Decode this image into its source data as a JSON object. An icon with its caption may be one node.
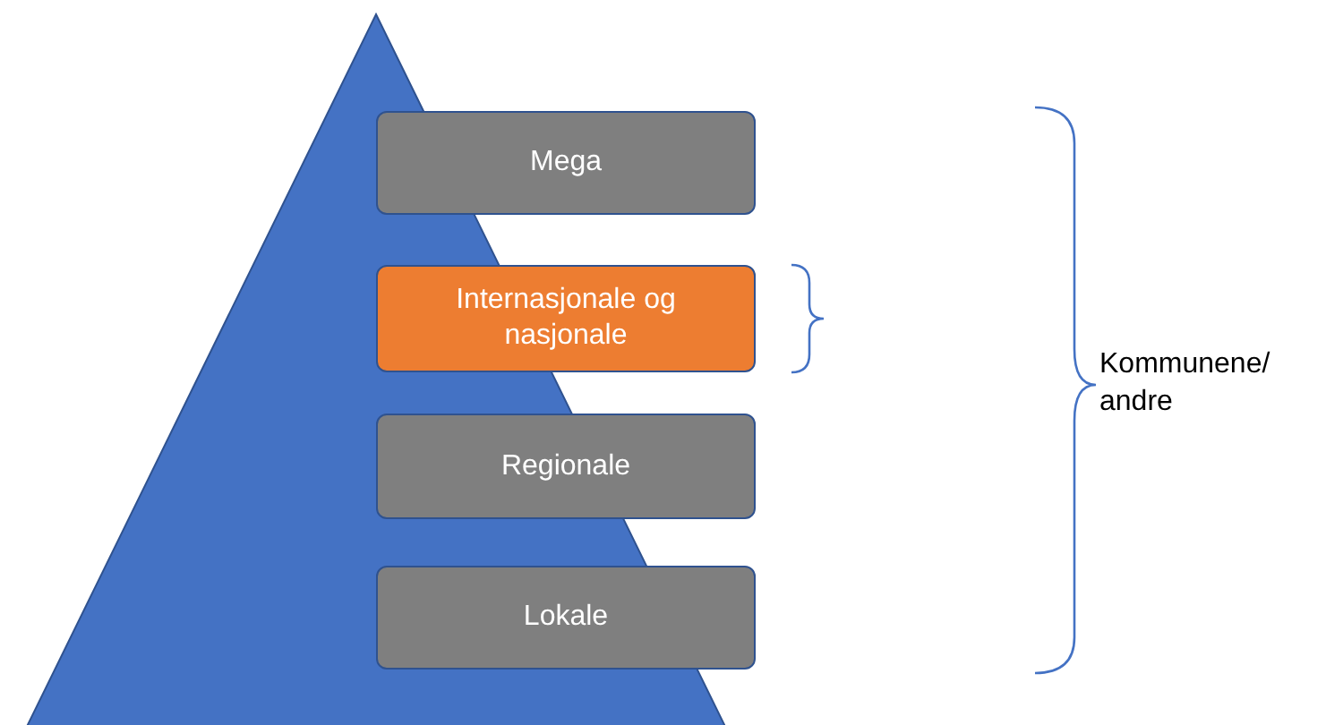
{
  "diagram": {
    "nodes": [
      {
        "text": [
          "Mega"
        ]
      },
      {
        "text": [
          "Internasjonale og nasjonale"
        ]
      },
      {
        "text": [
          "Regionale"
        ]
      },
      {
        "text": [
          "Lokale"
        ]
      }
    ],
    "labels": [
      "Kommunene/ andre"
    ]
  }
}
